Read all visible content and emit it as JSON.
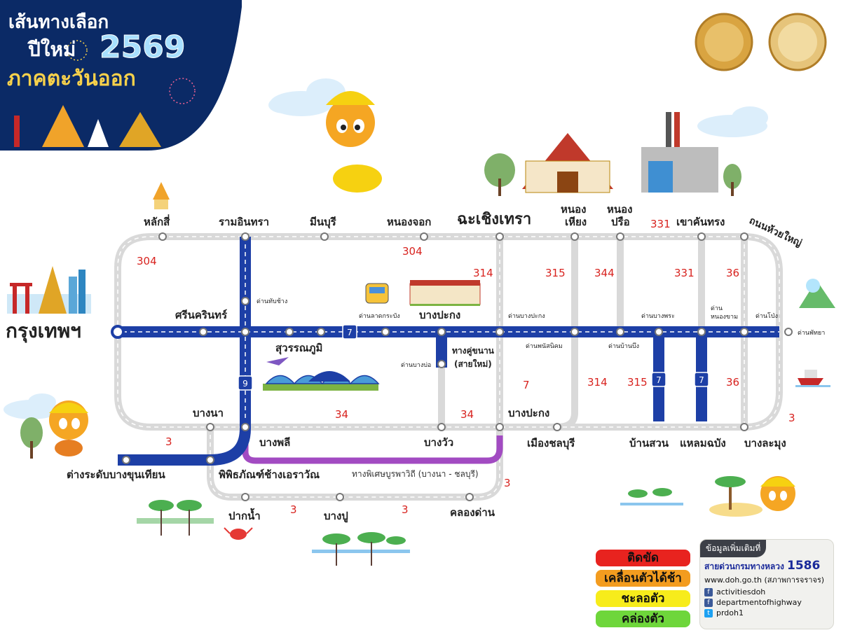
{
  "banner": {
    "line1": "เส้นทางเลือก",
    "line2": "ปีใหม่",
    "year": "2569",
    "region": "ภาคตะวันออก"
  },
  "map": {
    "origin": "กรุงเทพฯ",
    "places": {
      "laksi": "หลักสี่",
      "ramindra": "รามอินทรา",
      "minburi": "มีนบุรี",
      "nongchok": "หนองจอก",
      "chachoengsao": "ฉะเชิงเทรา",
      "nongkhiang": "หนอง\nเหียง",
      "nongprue": "หนอง\nปรือ",
      "khaokhanthong": "เขาคันทรง",
      "huaiyai": "ถนนห้วยใหญ่",
      "srinakarin": "ศรีนครินทร์",
      "suvarnabhumi": "สุวรรณภูมิ",
      "bangpakong_mid": "บางปะกง",
      "thangkhu": "ทางคู่ขนาน\n(สายใหม่)",
      "bangna": "บางนา",
      "bangphli": "บางพลี",
      "bangwua": "บางวัว",
      "bangpakong_low": "บางปะกง",
      "muangchonburi": "เมืองชลบุรี",
      "bansuan": "บ้านสวน",
      "laemchabang": "แหลมฉบัง",
      "banglamung": "บางละมุง",
      "bangkhunthian": "ต่างระดับบางขุนเทียน",
      "erawan": "พิพิธภัณฑ์ช้างเอราวัณ",
      "paknam": "ปากน้ำ",
      "bangpu": "บางปู",
      "khlongdan": "คลองด่าน"
    },
    "tolls": {
      "thapchang": "ด่านทับช้าง",
      "ladkrabang": "ด่านลาดกระบัง",
      "bangbo": "ด่านบางบ่อ",
      "bangpakong": "ด่านบางปะกง",
      "phanatnikhom": "ด่านพนัสนิคม",
      "banbueng": "ด่านบ้านบึง",
      "bangphra": "ด่านบางพระ",
      "nongkham": "ด่าน\nหนองขาม",
      "pong": "ด่านโป่ง",
      "pattaya": "ด่านพัทยา"
    },
    "routes": {
      "r304a": "304",
      "r304b": "304",
      "r314a": "314",
      "r315a": "315",
      "r344": "344",
      "r331a": "331",
      "r331b": "331",
      "r36a": "36",
      "r36b": "36",
      "r3a": "3",
      "r3b": "3",
      "r3c": "3",
      "r3d": "3",
      "r3e": "3",
      "r34a": "34",
      "r34b": "34",
      "r7": "7",
      "r314b": "314",
      "r315b": "315",
      "shield7": "7",
      "shield9": "9"
    },
    "special_road": "ทางพิเศษบูรพาวิถี (บางนา - ชลบุรี)"
  },
  "legend": [
    {
      "label": "ติดขัด",
      "color": "#e8231f"
    },
    {
      "label": "เคลื่อนตัวได้ช้า",
      "color": "#f39c1f"
    },
    {
      "label": "ชะลอตัว",
      "color": "#f7ec1b"
    },
    {
      "label": "คล่องตัว",
      "color": "#6ed63b"
    }
  ],
  "info": {
    "header": "ข้อมูลเพิ่มเติมที่",
    "hotline_text": "สายด่วนกรมทางหลวง",
    "hotline_number": "1586",
    "website": "www.doh.go.th (สภาพการจราจร)",
    "social1": "activitiesdoh",
    "social2": "departmentofhighway",
    "social3": "prdoh1"
  },
  "colors": {
    "expressway": "#1d3fa6",
    "highway": "#d8d8d8",
    "special": "#a24bc2",
    "route_number": "#d8231f"
  }
}
